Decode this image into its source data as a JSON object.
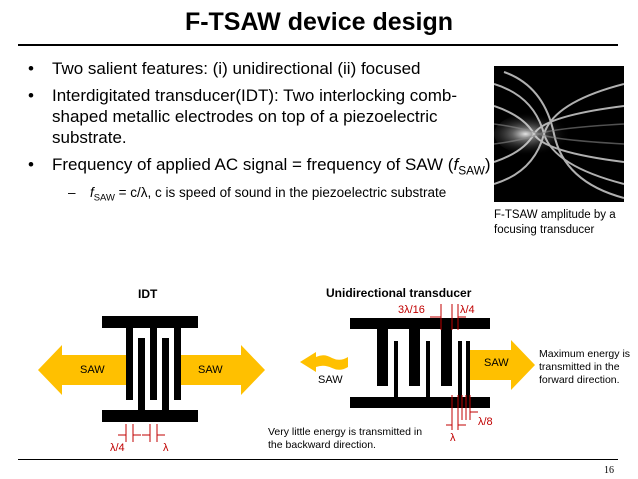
{
  "slide": {
    "title": "F-TSAW device design",
    "page_number": "16"
  },
  "bullets": {
    "b1": "Two salient features: (i) unidirectional (ii) focused",
    "b2": "Interdigitated transducer(IDT): Two interlocking comb-shaped metallic electrodes on top of a piezoelectric substrate.",
    "b3_main": "Frequency of applied AC signal = frequency of SAW (",
    "b3_f": "f",
    "b3_sub": "SAW",
    "b3_end": ")",
    "sub_f": "f",
    "sub_sub": "SAW",
    "sub_text": " = c/λ, c is speed of sound in the piezoelectric substrate"
  },
  "figure_right": {
    "caption": "F-TSAW amplitude by a focusing transducer"
  },
  "idt_diagram": {
    "title": "IDT",
    "saw_left": "SAW",
    "saw_right": "SAW",
    "dim_quarter": "λ/4",
    "dim_lambda": "λ"
  },
  "udt_diagram": {
    "title": "Unidirectional transducer",
    "dim_3_16": "3λ/16",
    "dim_quarter": "λ/4",
    "dim_eighth": "λ/8",
    "dim_lambda": "λ",
    "saw_left": "SAW",
    "saw_right": "SAW",
    "note_backward": "Very little energy is transmitted in the backward direction.",
    "note_forward": "Maximum energy is transmitted in the forward direction."
  },
  "colors": {
    "arrow": "#ffc000",
    "electrode": "#000000",
    "dimension": "#c00000"
  }
}
